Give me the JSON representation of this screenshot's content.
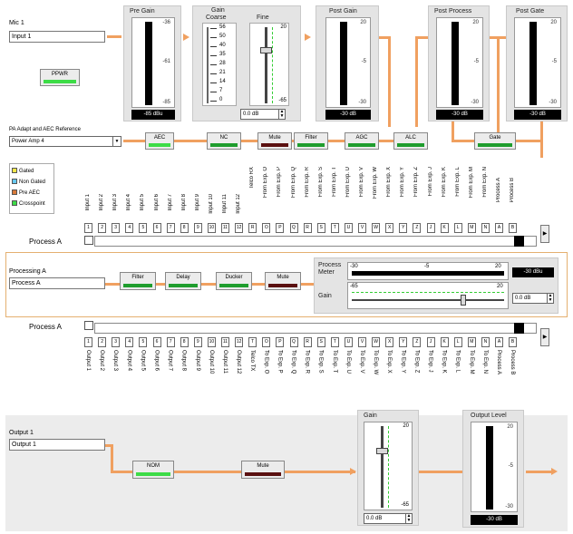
{
  "input": {
    "heading": "Mic 1",
    "name": "Input 1",
    "ppwr_label": "PPWR"
  },
  "pre_gain": {
    "title": "Pre Gain",
    "ticks": [
      "-36",
      "-61",
      "-85"
    ],
    "readout": "-85 dBu"
  },
  "gain": {
    "title": "Gain",
    "coarse_label": "Coarse",
    "fine_label": "Fine",
    "coarse_ticks": [
      "56",
      "50",
      "40",
      "35",
      "28",
      "21",
      "14",
      "7",
      "0"
    ],
    "fine_ticks": [
      "20",
      "-65"
    ],
    "value": "0.0 dB"
  },
  "post_gain": {
    "title": "Post Gain",
    "ticks": [
      "20",
      "-5",
      "-30"
    ],
    "readout": "-30 dB"
  },
  "post_process": {
    "title": "Post Process",
    "ticks": [
      "20",
      "-5",
      "-30"
    ],
    "readout": "-30 dB"
  },
  "post_gate": {
    "title": "Post Gate",
    "ticks": [
      "20",
      "-5",
      "-30"
    ],
    "readout": "-30 dB"
  },
  "pa_adapt": {
    "label": "PA Adapt and AEC Reference",
    "selected": "Power Amp 4"
  },
  "chain": [
    "AEC",
    "NC",
    "Mute",
    "Filter",
    "AGC",
    "ALC"
  ],
  "gate_label": "Gate",
  "legend": [
    "Gated",
    "Non Gated",
    "Pre AEC",
    "Crosspoint"
  ],
  "legend_colors": [
    "#f4e64a",
    "#66c8f0",
    "#d87a3a",
    "#3ddc47"
  ],
  "matrix": {
    "inputs": [
      "Input 1",
      "Input 2",
      "Input 3",
      "Input 4",
      "Input 5",
      "Input 6",
      "Input 7",
      "Input 8",
      "Input 9",
      "Input 10",
      "Input 11",
      "Input 12",
      "Telco RX",
      "From Exp. O",
      "From Exp. P",
      "From Exp. Q",
      "From Exp. R",
      "From Exp. S",
      "From Exp. T",
      "From Exp. U",
      "From Exp. V",
      "From Exp. W",
      "From Exp. X",
      "From Exp. Y",
      "From Exp. Z",
      "From Exp. J",
      "From Exp. K",
      "From Exp. L",
      "From Exp. M",
      "From Exp. N",
      "Process A",
      "Process B"
    ],
    "input_codes": [
      "1",
      "2",
      "3",
      "4",
      "5",
      "6",
      "7",
      "8",
      "9",
      "10",
      "11",
      "12",
      "R",
      "O",
      "P",
      "Q",
      "R",
      "S",
      "T",
      "U",
      "V",
      "W",
      "X",
      "Y",
      "Z",
      "J",
      "K",
      "L",
      "M",
      "N",
      "A",
      "B"
    ],
    "outputs": [
      "Output 1",
      "Output 2",
      "Output 3",
      "Output 4",
      "Output 5",
      "Output 6",
      "Output 7",
      "Output 8",
      "Output 9",
      "Output 10",
      "Output 11",
      "Output 12",
      "Telco TX",
      "To Exp. O",
      "To Exp. P",
      "To Exp. Q",
      "To Exp. R",
      "To Exp. S",
      "To Exp. T",
      "To Exp. U",
      "To Exp. V",
      "To Exp. W",
      "To Exp. X",
      "To Exp. Y",
      "To Exp. Z",
      "To Exp. J",
      "To Exp. K",
      "To Exp. L",
      "To Exp. M",
      "To Exp. N",
      "Process A",
      "Process B"
    ],
    "output_codes": [
      "1",
      "2",
      "3",
      "4",
      "5",
      "6",
      "7",
      "8",
      "9",
      "10",
      "11",
      "12",
      "T",
      "O",
      "P",
      "Q",
      "R",
      "S",
      "T",
      "U",
      "V",
      "W",
      "X",
      "Y",
      "Z",
      "J",
      "K",
      "L",
      "M",
      "N",
      "A",
      "B"
    ],
    "row_label": "Process A",
    "col_label": "Process A"
  },
  "processing": {
    "heading": "Processing A",
    "name": "Process A",
    "chain": [
      "Filter",
      "Delay",
      "Ducker",
      "Mute"
    ],
    "meter_label": "Process Meter",
    "meter_ticks": [
      "-30",
      "-5",
      "20"
    ],
    "meter_readout": "-30 dBu",
    "gain_label": "Gain",
    "gain_ticks": [
      "-65",
      "20"
    ],
    "gain_value": "0.0 dB"
  },
  "output": {
    "heading": "Output 1",
    "name": "Output 1",
    "nom_label": "NOM",
    "mute_label": "Mute",
    "gain_title": "Gain",
    "gain_ticks": [
      "20",
      "-65"
    ],
    "gain_value": "0.0 dB",
    "level_title": "Output Level",
    "level_ticks": [
      "20",
      "-5",
      "-30"
    ],
    "level_readout": "-30 dB"
  }
}
